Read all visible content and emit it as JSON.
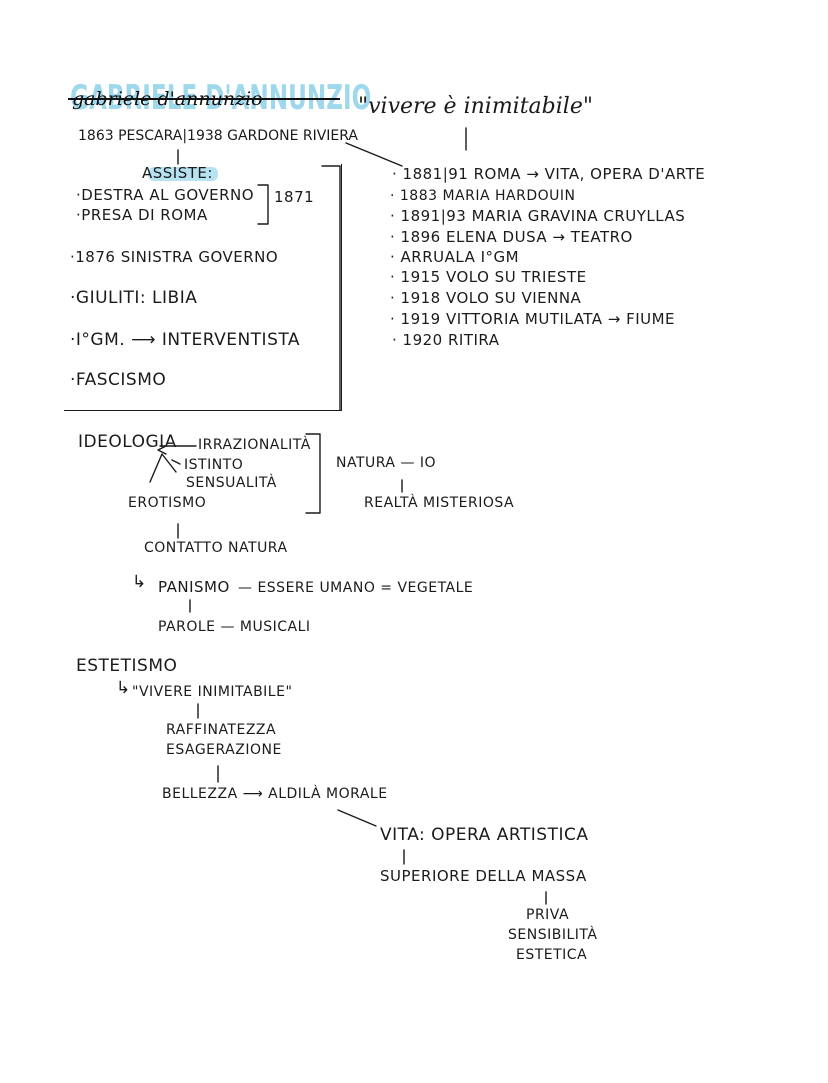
{
  "header": {
    "title_highlight": "GABRIELE D'ANNUNZIO",
    "title_script": "gabriele d'annunzio",
    "motto": "\"vivere è inimitabile\"",
    "dates": "1863 PESCARA|1938 GARDONE RIVIERA"
  },
  "left_box": {
    "assiste": "ASSISTE:",
    "destra": "·DESTRA AL GOVERNO",
    "presa": "·PRESA DI ROMA",
    "year_1871": "1871",
    "sinistra": "·1876 SINISTRA GOVERNO",
    "giolitti": "·GIULITI: LIBIA",
    "igm": "·I°GM. ⟶ INTERVENTISTA",
    "fascismo": "·FASCISMO"
  },
  "timeline": [
    "· 1881|91 ROMA → VITA, OPERA D'ARTE",
    "· 1883 MARIA HARDOUIN",
    "· 1891|93 MARIA GRAVINA CRUYLLAS",
    "· 1896 ELENA DUSA → TEATRO",
    "· ARRUALA I°GM",
    "· 1915 VOLO SU TRIESTE",
    "· 1918 VOLO SU VIENNA",
    "· 1919 VITTORIA MUTILATA → FIUME",
    "· 1920 RITIRA"
  ],
  "ideologia": {
    "heading": "IDEOLOGIA",
    "irrazionalita": "IRRAZIONALITÀ",
    "istinto": "ISTINTO",
    "sensualita": "SENSUALITÀ",
    "erotismo": "EROTISMO",
    "natura_io": "NATURA — IO",
    "realta": "REALTÀ MISTERIOSA",
    "contatto": "CONTATTO NATURA",
    "panismo_arrow": "↳",
    "panismo": "PANISMO",
    "essere": "— ESSERE UMANO = VEGETALE",
    "parole": "PAROLE — MUSICALI"
  },
  "estetismo": {
    "heading": "ESTETISMO",
    "arrow": "↳",
    "vivere": "\"VIVERE INIMITABILE\"",
    "raffinatezza": "RAFFINATEZZA",
    "esagerazione": "ESAGERAZIONE",
    "bellezza": "BELLEZZA ⟶ ALDILÀ MORALE",
    "vita": "VITA: OPERA ARTISTICA",
    "superiore": "SUPERIORE DELLA MASSA",
    "priva": "PRIVA",
    "sensibilita": "SENSIBILITÀ",
    "estetica": "ESTETICA"
  }
}
